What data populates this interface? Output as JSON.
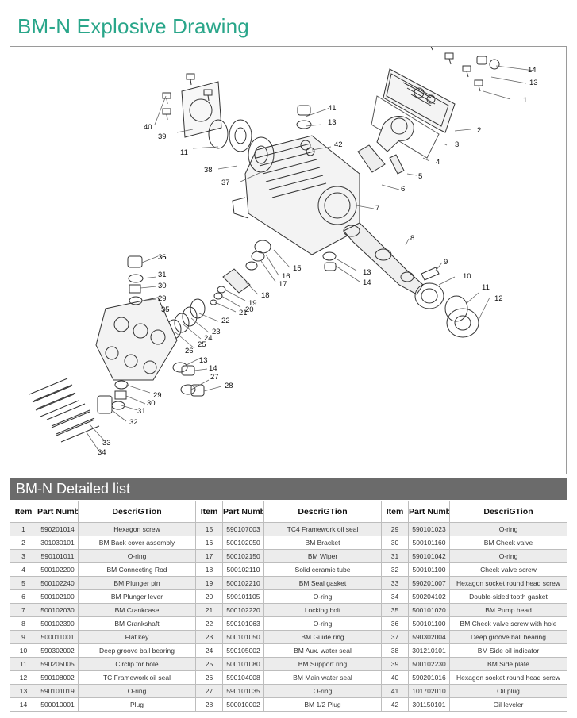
{
  "title": "BM-N Explosive Drawing",
  "callouts": [
    "1",
    "2",
    "3",
    "4",
    "5",
    "6",
    "7",
    "8",
    "9",
    "10",
    "11",
    "12",
    "13",
    "14",
    "15",
    "16",
    "17",
    "18",
    "19",
    "20",
    "21",
    "22",
    "23",
    "24",
    "25",
    "26",
    "27",
    "28",
    "29",
    "30",
    "31",
    "32",
    "33",
    "34",
    "35",
    "36",
    "37",
    "38",
    "39",
    "40",
    "41",
    "42"
  ],
  "list_title": "BM-N Detailed list",
  "table": {
    "headers": {
      "item": "Item",
      "part_number": "Part Number",
      "description": "DescriGTion"
    },
    "rows": [
      [
        {
          "item": "1",
          "part": "590201014",
          "desc": "Hexagon screw"
        },
        {
          "item": "15",
          "part": "590107003",
          "desc": "TC4 Framework oil seal"
        },
        {
          "item": "29",
          "part": "590101023",
          "desc": "O-ring"
        }
      ],
      [
        {
          "item": "2",
          "part": "301030101",
          "desc": "BM Back cover assembly"
        },
        {
          "item": "16",
          "part": "500102050",
          "desc": "BM Bracket"
        },
        {
          "item": "30",
          "part": "500101160",
          "desc": "BM Check valve"
        }
      ],
      [
        {
          "item": "3",
          "part": "590101011",
          "desc": "O-ring"
        },
        {
          "item": "17",
          "part": "500102150",
          "desc": "BM Wiper"
        },
        {
          "item": "31",
          "part": "590101042",
          "desc": "O-ring"
        }
      ],
      [
        {
          "item": "4",
          "part": "500102200",
          "desc": "BM Connecting Rod"
        },
        {
          "item": "18",
          "part": "500102110",
          "desc": "Solid ceramic tube"
        },
        {
          "item": "32",
          "part": "500101100",
          "desc": "Check valve screw"
        }
      ],
      [
        {
          "item": "5",
          "part": "500102240",
          "desc": "BM Plunger pin"
        },
        {
          "item": "19",
          "part": "500102210",
          "desc": "BM Seal gasket"
        },
        {
          "item": "33",
          "part": "590201007",
          "desc": "Hexagon socket round head screw"
        }
      ],
      [
        {
          "item": "6",
          "part": "500102100",
          "desc": "BM Plunger lever"
        },
        {
          "item": "20",
          "part": "590101105",
          "desc": "O-ring"
        },
        {
          "item": "34",
          "part": "590204102",
          "desc": "Double-sided tooth gasket"
        }
      ],
      [
        {
          "item": "7",
          "part": "500102030",
          "desc": "BM Crankcase"
        },
        {
          "item": "21",
          "part": "500102220",
          "desc": "Locking bolt"
        },
        {
          "item": "35",
          "part": "500101020",
          "desc": "BM Pump head"
        }
      ],
      [
        {
          "item": "8",
          "part": "500102390",
          "desc": "BM Crankshaft"
        },
        {
          "item": "22",
          "part": "590101063",
          "desc": "O-ring"
        },
        {
          "item": "36",
          "part": "500101100",
          "desc": "BM Check valve screw with hole"
        }
      ],
      [
        {
          "item": "9",
          "part": "500011001",
          "desc": "Flat key"
        },
        {
          "item": "23",
          "part": "500101050",
          "desc": "BM Guide ring"
        },
        {
          "item": "37",
          "part": "590302004",
          "desc": "Deep groove ball bearing"
        }
      ],
      [
        {
          "item": "10",
          "part": "590302002",
          "desc": "Deep groove ball bearing"
        },
        {
          "item": "24",
          "part": "590105002",
          "desc": "BM Aux. water seal"
        },
        {
          "item": "38",
          "part": "301210101",
          "desc": "BM Side oil indicator"
        }
      ],
      [
        {
          "item": "11",
          "part": "590205005",
          "desc": "Circlip for hole"
        },
        {
          "item": "25",
          "part": "500101080",
          "desc": "BM Support ring"
        },
        {
          "item": "39",
          "part": "500102230",
          "desc": "BM Side plate"
        }
      ],
      [
        {
          "item": "12",
          "part": "590108002",
          "desc": "TC Framework oil seal"
        },
        {
          "item": "26",
          "part": "590104008",
          "desc": "BM Main water seal"
        },
        {
          "item": "40",
          "part": "590201016",
          "desc": "Hexagon socket round head screw"
        }
      ],
      [
        {
          "item": "13",
          "part": "590101019",
          "desc": "O-ring"
        },
        {
          "item": "27",
          "part": "590101035",
          "desc": "O-ring"
        },
        {
          "item": "41",
          "part": "101702010",
          "desc": "Oil plug"
        }
      ],
      [
        {
          "item": "14",
          "part": "500010001",
          "desc": "Plug"
        },
        {
          "item": "28",
          "part": "500010002",
          "desc": "BM 1/2 Plug"
        },
        {
          "item": "42",
          "part": "301150101",
          "desc": "Oil leveler"
        }
      ]
    ]
  }
}
